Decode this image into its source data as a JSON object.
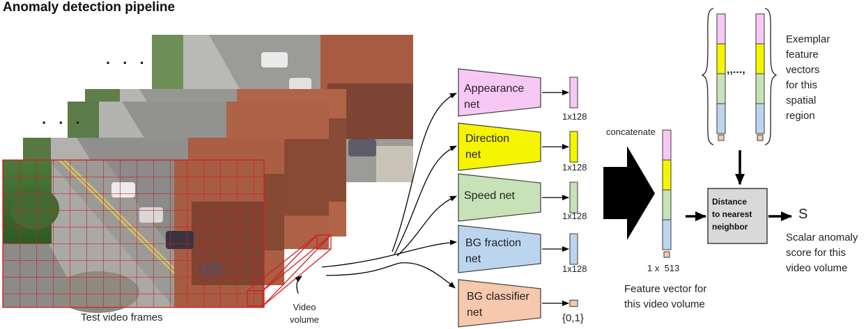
{
  "title": "Anomaly detection pipeline",
  "frames": {
    "caption": "Test video frames",
    "ellipsis_1": ". . .",
    "ellipsis_2": ". . ."
  },
  "video_volume_label": "Video\nvolume",
  "networks": [
    {
      "name": "Appearance\nnet",
      "color": "#f8c8f4",
      "output_dim": "1x128"
    },
    {
      "name": "Direction\nnet",
      "color": "#f5f500",
      "output_dim": "1x128"
    },
    {
      "name": "Speed net",
      "color": "#c8e2b8",
      "output_dim": "1x128"
    },
    {
      "name": "BG fraction\nnet",
      "color": "#bcd5ef",
      "output_dim": "1x128"
    },
    {
      "name": "BG classifier\nnet",
      "color": "#f6c8ae",
      "output_dim": "{0,1}"
    }
  ],
  "concatenate_label": "concatenate",
  "feature_vector": {
    "dim_label": "1 x  513",
    "caption": "Feature vector for\nthis video volume"
  },
  "exemplar": {
    "separator": ",,...,",
    "caption": "Exemplar\nfeature\nvectors\nfor this\nspatial\nregion"
  },
  "distance_box": {
    "label": "Distance\nto nearest\nneighbor",
    "color": "#d9d9d9"
  },
  "score": {
    "symbol": "S",
    "caption": "Scalar anomaly\nscore for this\nvideo volume"
  }
}
